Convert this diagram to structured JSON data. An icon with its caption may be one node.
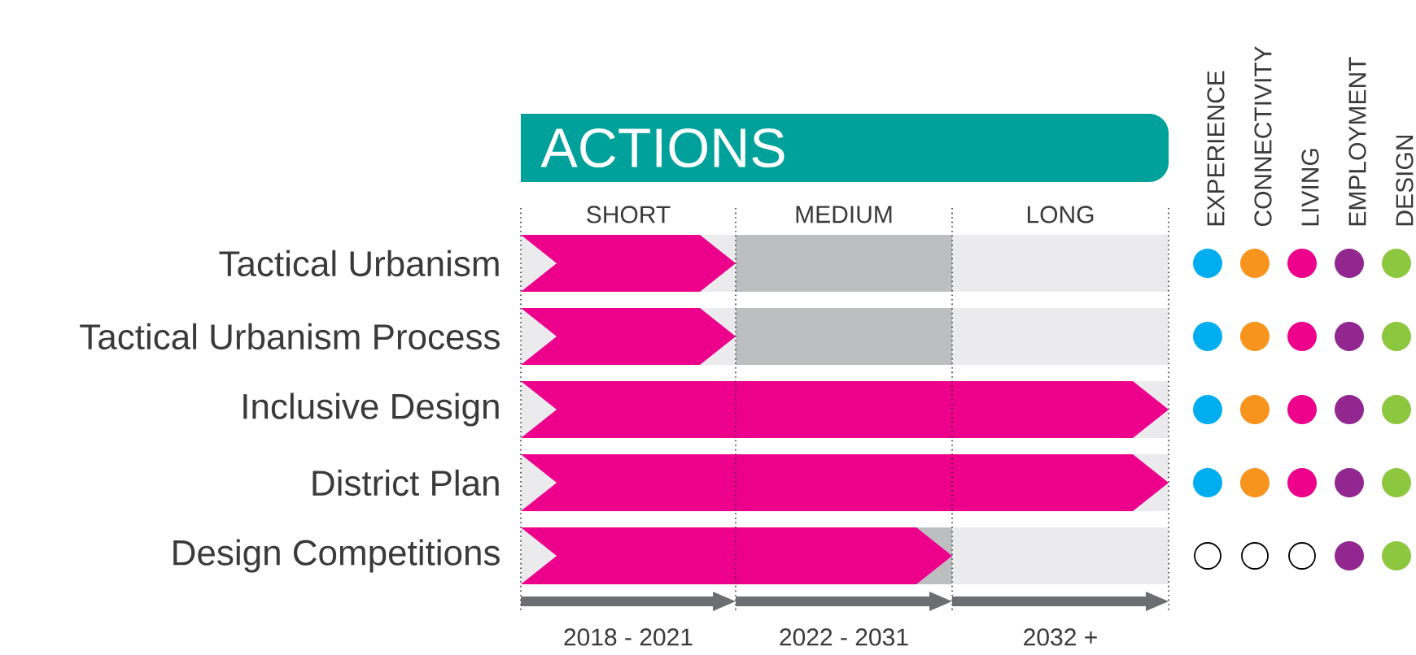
{
  "diagram": {
    "nodes": [
      {
        "text": [
          "ACTIONS"
        ]
      }
    ],
    "labels": [
      "EXPERIENCE",
      "CONNECTIVITY",
      "LIVING",
      "EMPLOYMENT",
      "DESIGN",
      "SHORT",
      "MEDIUM",
      "LONG",
      "Tactical Urbanism",
      "Tactical Urbanism Process",
      "Inclusive Design",
      "District Plan",
      "Design Competitions",
      "2018 - 2021",
      "2022 - 2031",
      "2032 +"
    ]
  }
}
